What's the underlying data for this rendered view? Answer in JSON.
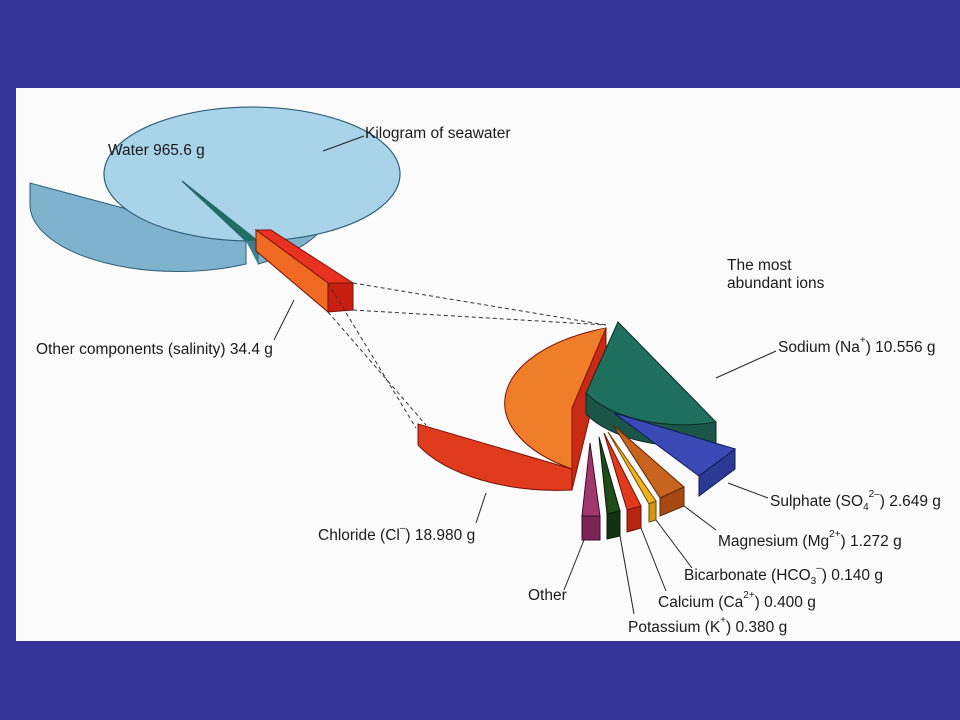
{
  "chart_data": [
    {
      "type": "pie",
      "title": "Kilogram of seawater",
      "slices": [
        {
          "label": "Water 965.6 g",
          "name": "Water",
          "value": 965.6,
          "unit": "g",
          "color": "#a9d3e8"
        },
        {
          "label": "Other components (salinity) 34.4 g",
          "name": "Other components (salinity)",
          "value": 34.4,
          "unit": "g",
          "color": "#e8321f"
        }
      ]
    },
    {
      "type": "pie",
      "title": "The most abundant ions",
      "title_lines": [
        "The most",
        "abundant ions"
      ],
      "slices": [
        {
          "name": "Chloride (Cl⁻)",
          "value": 18.98,
          "unit": "g",
          "color": "#f07d2a"
        },
        {
          "name": "Sodium (Na⁺)",
          "value": 10.556,
          "unit": "g",
          "color": "#1f6f5e"
        },
        {
          "name": "Sulphate (SO₄²⁻)",
          "value": 2.649,
          "unit": "g",
          "color": "#3949b5"
        },
        {
          "name": "Magnesium (Mg²⁺)",
          "value": 1.272,
          "unit": "g",
          "color": "#c8641e"
        },
        {
          "name": "Bicarbonate (HCO₃⁻)",
          "value": 0.14,
          "unit": "g",
          "color": "#f2b21c"
        },
        {
          "name": "Calcium (Ca²⁺)",
          "value": 0.4,
          "unit": "g",
          "color": "#e03b1c"
        },
        {
          "name": "Potassium (K⁺)",
          "value": 0.38,
          "unit": "g",
          "color": "#1f4a1a"
        },
        {
          "name": "Other",
          "value": null,
          "unit": "",
          "color": "#a0386e"
        }
      ],
      "labels": {
        "chloride": {
          "text": "Chloride (Cl",
          "sup": "–",
          "tail": ") 18.980 g"
        },
        "sodium": {
          "text": "Sodium (Na",
          "sup": "+",
          "tail": ") 10.556 g"
        },
        "sulphate": {
          "text": "Sulphate (SO",
          "sub": "4",
          "sup": "2–",
          "tail": ") 2.649 g"
        },
        "magnesium": {
          "text": "Magnesium (Mg",
          "sup": "2+",
          "tail": ") 1.272 g"
        },
        "bicarbonate": {
          "text": "Bicarbonate (HCO",
          "sub": "3",
          "sup": "–",
          "tail": ") 0.140 g"
        },
        "calcium": {
          "text": "Calcium (Ca",
          "sup": "2+",
          "tail": ") 0.400 g"
        },
        "potassium": {
          "text": "Potassium (K",
          "sup": "+",
          "tail": ") 0.380 g"
        },
        "other": {
          "text": "Other"
        }
      }
    }
  ]
}
